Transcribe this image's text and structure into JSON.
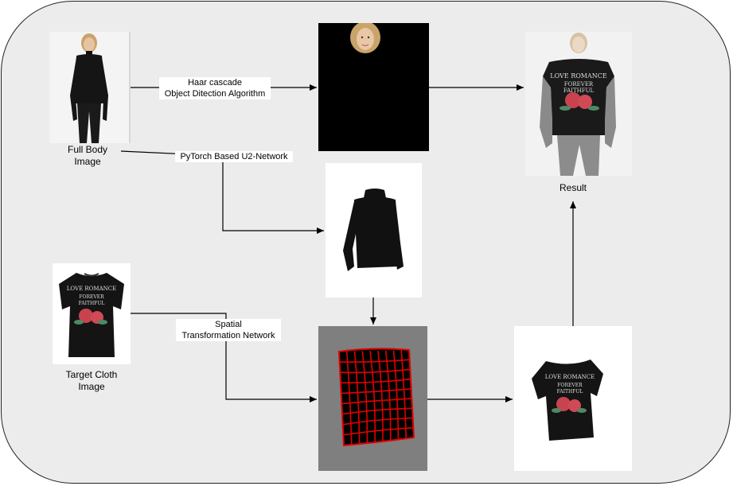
{
  "nodes": {
    "full_body_caption_1": "Full Body",
    "full_body_caption_2": "Image",
    "target_cloth_caption_1": "Target Cloth",
    "target_cloth_caption_2": "Image",
    "result_caption": "Result"
  },
  "edges": {
    "haar_1": "Haar cascade",
    "haar_2": "Object Ditection Algorithm",
    "u2net": "PyTorch Based U2-Network",
    "stn_1": "Spatial",
    "stn_2": "Transformation Network"
  },
  "tshirt_print": {
    "line1": "LOVE ROMANCE",
    "line2": "FOREVER",
    "line3": "FAITHFUL"
  },
  "colors": {
    "background": "#ececec",
    "grid_line": "#e00000",
    "grid_fill": "#000000",
    "stn_panel": "#7f7f7f",
    "black_panel": "#000000"
  }
}
